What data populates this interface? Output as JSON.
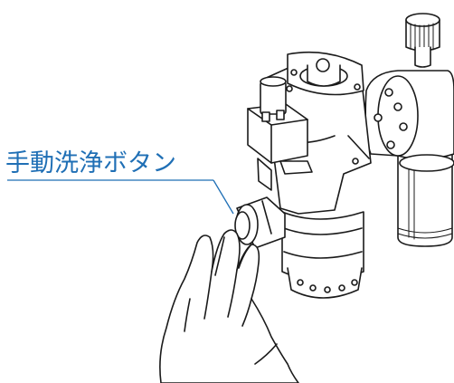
{
  "callout": {
    "label": "手動洗浄ボタン",
    "color": "#1f6fb5"
  },
  "parts": {
    "icons": [
      "flush-valve-body",
      "manual-flush-button",
      "hand-pressing"
    ]
  }
}
